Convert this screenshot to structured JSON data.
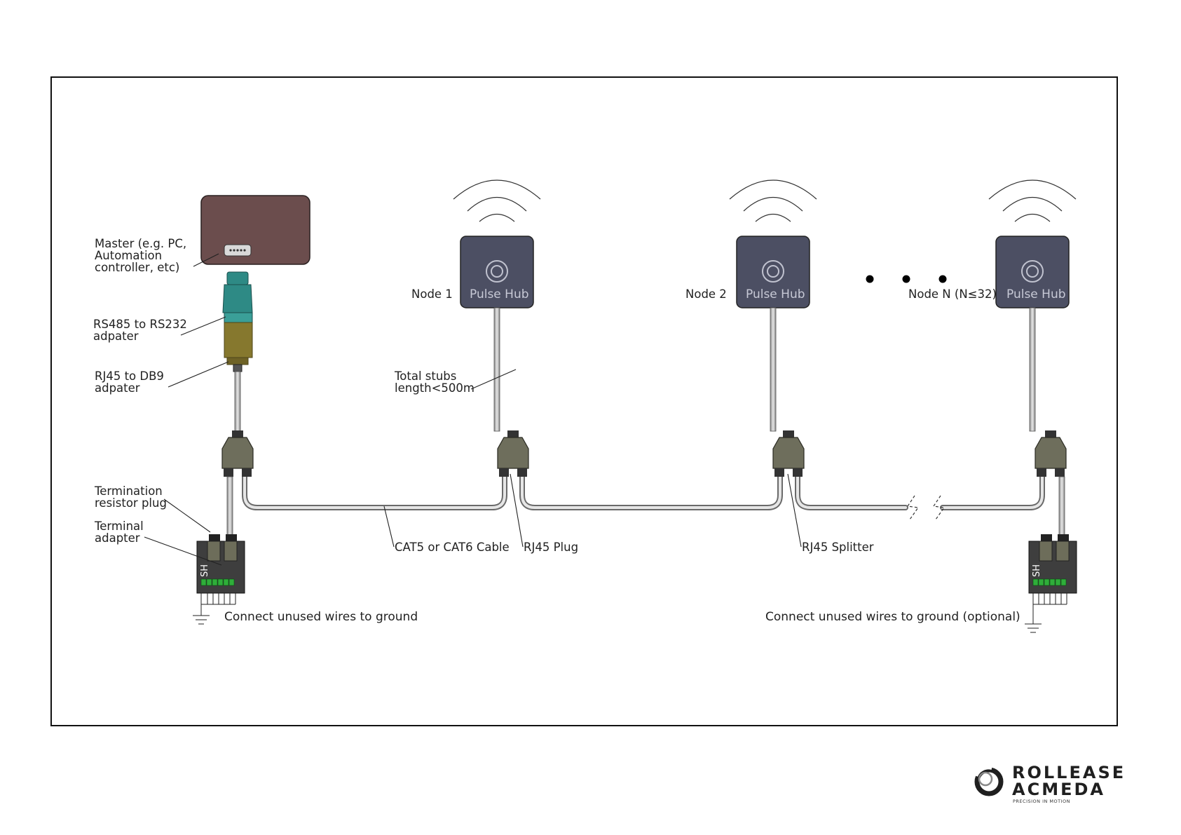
{
  "labels": {
    "master": "Master (e.g. PC,\nAutomation\ncontroller, etc)",
    "rs485": "RS485 to RS232\nadpater",
    "rj45db9": "RJ45 to DB9\nadpater",
    "stubs": "Total stubs\nlength<500m",
    "node1": "Node 1",
    "node2": "Node 2",
    "nodeN": "Node N (N≤32)",
    "hub": "Pulse Hub",
    "termination": "Termination\nresistor plug",
    "terminal": "Terminal\nadapter",
    "cable": "CAT5 or CAT6 Cable",
    "plug": "RJ45 Plug",
    "splitter": "RJ45 Splitter",
    "ground_left": "Connect unused wires to ground",
    "ground_right": "Connect unused wires to ground (optional)",
    "sh": "SH"
  },
  "logo": {
    "line1": "ROLLEASE",
    "line2": "ACMEDA",
    "tagline": "PRECISION IN MOTION"
  },
  "colors": {
    "master_box": "#6b4d4d",
    "hub": "#4c4f63",
    "rs485_adapter": "#2e8a85",
    "db9_adapter": "#86782e",
    "splitter": "#6e6e5c",
    "terminal": "#3e3e3e",
    "terminal_pins": "#2fae3a"
  }
}
